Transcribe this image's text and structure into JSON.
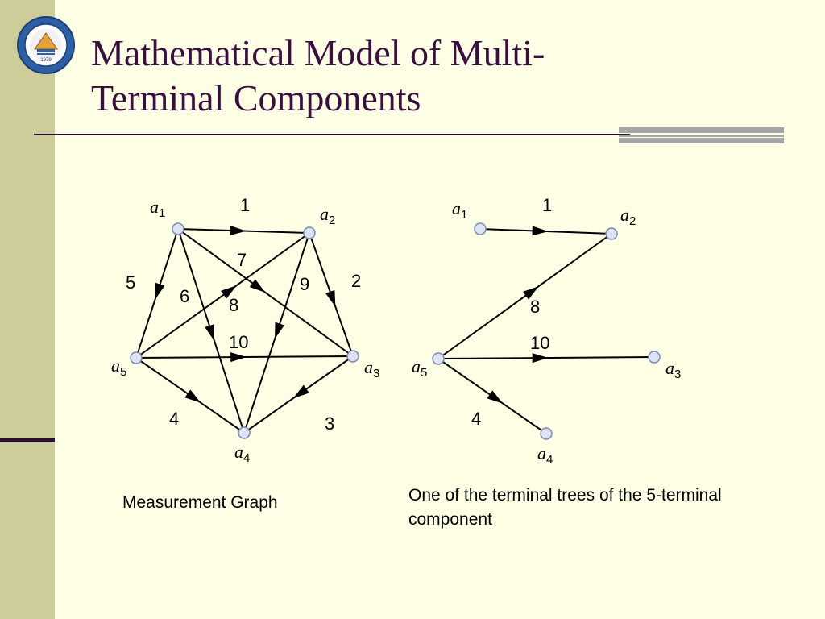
{
  "slide": {
    "title_line1": "Mathematical Model of Multi-",
    "title_line2": "Terminal Components",
    "logo_icon": "university-seal-icon",
    "logo_year": "1979"
  },
  "colors": {
    "background": "#FFFFE5",
    "side_band": "#CDCD9A",
    "title": "#3A0F3F",
    "rule": "#2E0E33",
    "accent_gray": "#A6A6A6",
    "node_fill": "#DDE3F2",
    "node_stroke": "#7A8AB8"
  },
  "measurement_graph": {
    "caption": "Measurement Graph",
    "nodes": [
      {
        "id": "a1",
        "base": "a",
        "sub": "1"
      },
      {
        "id": "a2",
        "base": "a",
        "sub": "2"
      },
      {
        "id": "a3",
        "base": "a",
        "sub": "3"
      },
      {
        "id": "a4",
        "base": "a",
        "sub": "4"
      },
      {
        "id": "a5",
        "base": "a",
        "sub": "5"
      }
    ],
    "edges": [
      {
        "label": "1",
        "from": "a1",
        "to": "a2"
      },
      {
        "label": "2",
        "from": "a2",
        "to": "a3"
      },
      {
        "label": "3",
        "from": "a3",
        "to": "a4"
      },
      {
        "label": "4",
        "from": "a5",
        "to": "a4"
      },
      {
        "label": "5",
        "from": "a1",
        "to": "a5"
      },
      {
        "label": "6",
        "from": "a1",
        "to": "a4"
      },
      {
        "label": "7",
        "from": "a1",
        "to": "a3"
      },
      {
        "label": "8",
        "from": "a5",
        "to": "a2"
      },
      {
        "label": "9",
        "from": "a2",
        "to": "a4"
      },
      {
        "label": "10",
        "from": "a5",
        "to": "a3"
      }
    ]
  },
  "terminal_tree": {
    "caption": "One of the terminal trees of the 5-terminal component",
    "nodes": [
      {
        "id": "a1",
        "base": "a",
        "sub": "1"
      },
      {
        "id": "a2",
        "base": "a",
        "sub": "2"
      },
      {
        "id": "a3",
        "base": "a",
        "sub": "3"
      },
      {
        "id": "a4",
        "base": "a",
        "sub": "4"
      },
      {
        "id": "a5",
        "base": "a",
        "sub": "5"
      }
    ],
    "edges": [
      {
        "label": "1",
        "from": "a1",
        "to": "a2"
      },
      {
        "label": "8",
        "from": "a5",
        "to": "a2"
      },
      {
        "label": "10",
        "from": "a5",
        "to": "a3"
      },
      {
        "label": "4",
        "from": "a5",
        "to": "a4"
      }
    ]
  }
}
